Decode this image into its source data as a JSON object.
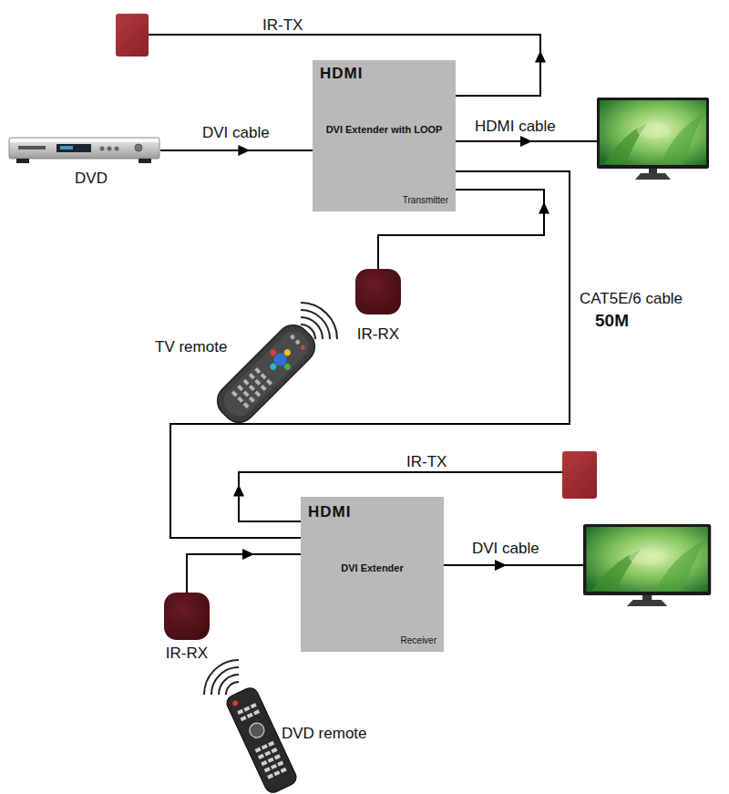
{
  "diagram": {
    "nodes": [
      {
        "text": [
          "IR-TX"
        ]
      },
      {
        "text": [
          "DVD"
        ]
      },
      {
        "text": [
          "HDMI",
          "DVI Extender with LOOP",
          "Transmitter"
        ]
      },
      {
        "text": [
          "IR-RX"
        ]
      },
      {
        "text": [
          "IR-TX"
        ]
      },
      {
        "text": [
          "HDMI",
          "DVI Extender",
          "Receiver"
        ]
      },
      {
        "text": [
          "IR-RX"
        ]
      }
    ],
    "edges": [
      {
        "from": 2,
        "to": 0,
        "arrow": "to"
      },
      {
        "from": 1,
        "to": 2,
        "label": "DVI cable",
        "arrow": "to"
      },
      {
        "from": 3,
        "to": 2,
        "arrow": "to"
      },
      {
        "from": 2,
        "to": 5,
        "label": "CAT5E/6 cable",
        "arrow": "none"
      },
      {
        "from": 5,
        "to": 4,
        "arrow": "to"
      },
      {
        "from": 6,
        "to": 5,
        "arrow": "to"
      }
    ],
    "labels": [
      "HDMI cable",
      "TV remote",
      "50M",
      "DVI cable",
      "DVD remote"
    ]
  }
}
